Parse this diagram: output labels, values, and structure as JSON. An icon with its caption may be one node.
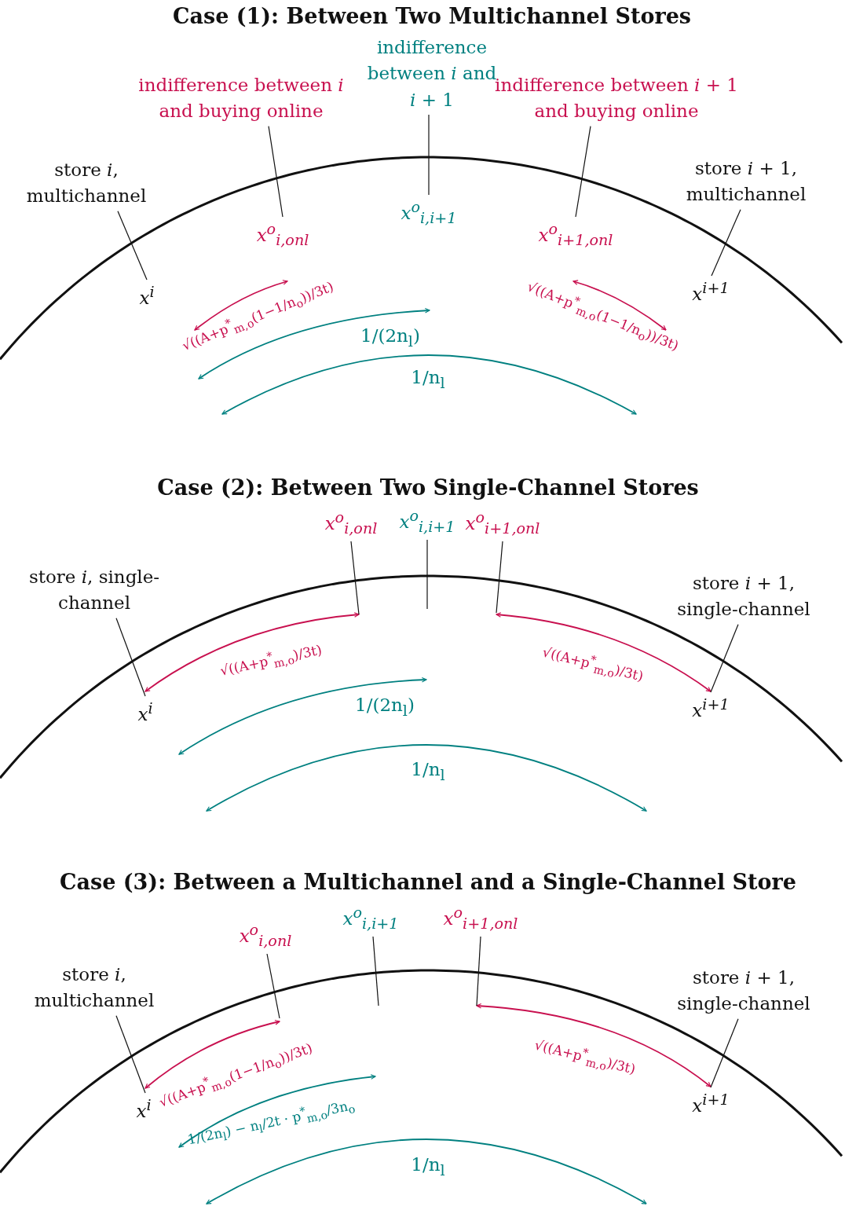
{
  "diagram": {
    "nodes": [
      {
        "text": [
          "indifference between *i* and buying online"
        ]
      },
      {
        "text": [
          "indifference between *i* and *i* + 1"
        ]
      },
      {
        "text": [
          "indifference between *i* + 1 and buying online"
        ]
      },
      {
        "text": [
          "store *i*, multichannel"
        ]
      },
      {
        "text": [
          "store *i* + 1, multichannel"
        ]
      },
      {
        "text": [
          "x$^{i}$"
        ]
      },
      {
        "text": [
          "x$^{o}$$_{i,onl}$"
        ]
      },
      {
        "text": [
          "x$^{o}$$_{i,i+1}$"
        ]
      },
      {
        "text": [
          "x$^{o}$$_{i+1,onl}$"
        ]
      },
      {
        "text": [
          "x$^{i+1}$"
        ]
      },
      {
        "text": [
          "store *i*, single-channel"
        ]
      },
      {
        "text": [
          "store *i* + 1, single-channel"
        ]
      },
      {
        "text": [
          "x$^{o}$$_{i,onl}$"
        ]
      },
      {
        "text": [
          "x$^{o}$$_{i,i+1}$"
        ]
      },
      {
        "text": [
          "x$^{o}$$_{i+1,onl}$"
        ]
      },
      {
        "text": [
          "x$^{i}$"
        ]
      },
      {
        "text": [
          "x$^{i+1}$"
        ]
      },
      {
        "text": [
          "store *i*, multichannel"
        ]
      },
      {
        "text": [
          "store *i* + 1, single-channel"
        ]
      },
      {
        "text": [
          "x$^{o}$$_{i,onl}$"
        ]
      },
      {
        "text": [
          "x$^{o}$$_{i,i+1}$"
        ]
      },
      {
        "text": [
          "x$^{o}$$_{i+1,onl}$"
        ]
      },
      {
        "text": [
          "x$^{i}$"
        ]
      },
      {
        "text": [
          "x$^{i+1}$"
        ]
      }
    ],
    "edges": [
      {
        "from": 3,
        "to": 5,
        "arrow": "none"
      },
      {
        "from": 0,
        "to": 6,
        "arrow": "none"
      },
      {
        "from": 1,
        "to": 7,
        "arrow": "none"
      },
      {
        "from": 2,
        "to": 8,
        "arrow": "none"
      },
      {
        "from": 4,
        "to": 9,
        "arrow": "none"
      },
      {
        "from": 10,
        "to": 15,
        "arrow": "none"
      },
      {
        "from": 11,
        "to": 16,
        "arrow": "none"
      },
      {
        "from": 12,
        "to": null,
        "arrow": "none"
      },
      {
        "from": 13,
        "to": null,
        "arrow": "none"
      },
      {
        "from": 14,
        "to": null,
        "arrow": "none"
      },
      {
        "from": 17,
        "to": 22,
        "arrow": "none"
      },
      {
        "from": 18,
        "to": 23,
        "arrow": "none"
      },
      {
        "from": 19,
        "to": null,
        "arrow": "none"
      },
      {
        "from": 20,
        "to": null,
        "arrow": "none"
      },
      {
        "from": 21,
        "to": null,
        "arrow": "none"
      }
    ],
    "labels": [
      "Case (1): Between Two Multichannel Stores",
      "√((A+p$^{*}$$_{m,o}$(1−1/n$_{o}$))/3t)",
      "√((A+p$^{*}$$_{m,o}$(1−1/n$_{o}$))/3t)",
      "1/(2n$_{l}$)",
      "1/n$_{l}$",
      "Case (2): Between Two Single-Channel Stores",
      "√((A+p$^{*}$$_{m,o}$)/3t)",
      "√((A+p$^{*}$$_{m,o}$)/3t)",
      "1/(2n$_{l}$)",
      "1/n$_{l}$",
      "Case (3): Between a Multichannel and a Single-Channel Store",
      "√((A+p$^{*}$$_{m,o}$(1−1/n$_{o}$))/3t)",
      "√((A+p$^{*}$$_{m,o}$)/3t)",
      "1/(2n$_{l}$) − n$_{l}$/2t · p$^{*}$$_{m,o}$/3n$_{o}$",
      "1/n$_{l}$"
    ]
  }
}
